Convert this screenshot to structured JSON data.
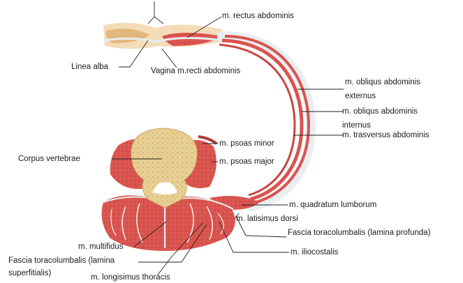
{
  "labels": {
    "rectus": "m. rectus abdominis",
    "linea_alba": "Linea alba",
    "vagina": "Vagina m.recti abdominis",
    "obliquus_ext_1": "m. obliqus abdominis",
    "obliquus_ext_2": "externus",
    "obliquus_int_1": "m. obliqus abdominis",
    "obliquus_int_2": "internus",
    "transversus": "m. trasversus abdominis",
    "psoas_minor": "m. psoas minor",
    "psoas_major": "m. psoas major",
    "corpus": "Corpus vertebrae",
    "quadratum": "m. quadratum lumborum",
    "latissimus": "m. latisimus dorsi",
    "fascia_profunda": "Fascia toracolumbalis (lamina profunda)",
    "multifidus": "m. multifidus",
    "iliocostalis": "m. iliocostalis",
    "fascia_superf_1": "Fascia toracolumbalis (lamina",
    "fascia_superf_2": "superfitialis)",
    "longissimus": "m. longisimus thoracis"
  },
  "colors": {
    "muscle": "#d9544f",
    "muscle_dark": "#b23a36",
    "bone": "#e8cf94",
    "fat": "#f5dcb8",
    "fascia": "#e9eef0",
    "leader": "#222222"
  }
}
